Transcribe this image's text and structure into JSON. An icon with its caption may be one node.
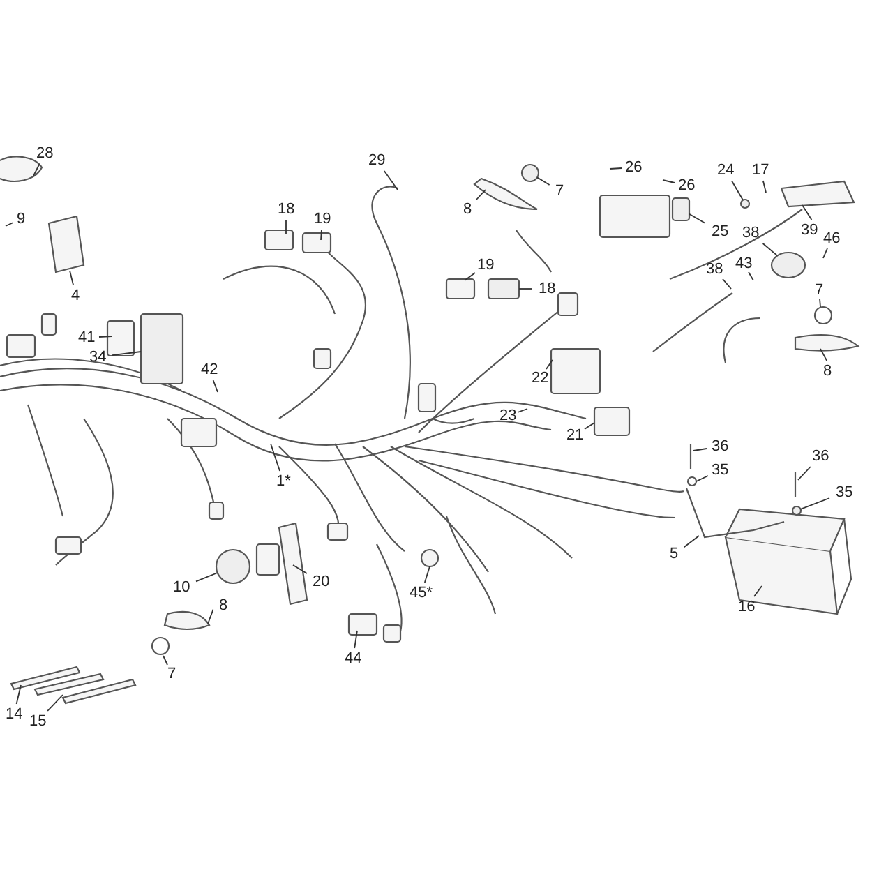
{
  "diagram": {
    "nodes": [
      {
        "text": [
          "28"
        ]
      },
      {
        "text": [
          "29"
        ]
      },
      {
        "text": [
          "26"
        ]
      },
      {
        "text": [
          "17"
        ]
      },
      {
        "text": [
          "24"
        ]
      },
      {
        "text": [
          "7"
        ]
      },
      {
        "text": [
          "26"
        ]
      },
      {
        "text": [
          "8"
        ]
      },
      {
        "text": [
          "18"
        ]
      },
      {
        "text": [
          "25"
        ]
      },
      {
        "text": [
          "19"
        ]
      },
      {
        "text": [
          "9"
        ]
      },
      {
        "text": [
          "39"
        ]
      },
      {
        "text": [
          "46"
        ]
      },
      {
        "text": [
          "38"
        ]
      },
      {
        "text": [
          "19"
        ]
      },
      {
        "text": [
          "43"
        ]
      },
      {
        "text": [
          "38"
        ]
      },
      {
        "text": [
          "18"
        ]
      },
      {
        "text": [
          "7"
        ]
      },
      {
        "text": [
          "4"
        ]
      },
      {
        "text": [
          "41"
        ]
      },
      {
        "text": [
          "34"
        ]
      },
      {
        "text": [
          "42"
        ]
      },
      {
        "text": [
          "8"
        ]
      },
      {
        "text": [
          "22"
        ]
      },
      {
        "text": [
          "23"
        ]
      },
      {
        "text": [
          "21"
        ]
      },
      {
        "text": [
          "36"
        ]
      },
      {
        "text": [
          "36"
        ]
      },
      {
        "text": [
          "35"
        ]
      },
      {
        "text": [
          "1*"
        ]
      },
      {
        "text": [
          "35"
        ]
      },
      {
        "text": [
          "5"
        ]
      },
      {
        "text": [
          "10"
        ]
      },
      {
        "text": [
          "20"
        ]
      },
      {
        "text": [
          "45*"
        ]
      },
      {
        "text": [
          "8"
        ]
      },
      {
        "text": [
          "16"
        ]
      },
      {
        "text": [
          "44"
        ]
      },
      {
        "text": [
          "7"
        ]
      },
      {
        "text": [
          "14"
        ]
      },
      {
        "text": [
          "15"
        ]
      },
      {
        "text": [],
        "shape": "circle"
      },
      {
        "text": [],
        "shape": "box"
      },
      {
        "text": [],
        "shape": "circle"
      },
      {
        "text": [],
        "shape": "box"
      },
      {
        "text": [],
        "shape": "circle"
      },
      {
        "text": [],
        "shape": "circle"
      },
      {
        "text": [],
        "shape": "picture"
      },
      {
        "text": [],
        "shape": "picture"
      },
      {
        "text": [],
        "shape": "circle"
      },
      {
        "text": [],
        "shape": "picture"
      },
      {
        "text": [],
        "shape": "box"
      },
      {
        "text": [],
        "shape": "box"
      },
      {
        "text": [],
        "shape": "box"
      }
    ],
    "edges": [
      {
        "from": 0,
        "to": null,
        "arrow": "none"
      },
      {
        "from": 1,
        "to": null,
        "arrow": "none"
      },
      {
        "from": 2,
        "to": null,
        "arrow": "none"
      },
      {
        "from": 3,
        "to": null,
        "arrow": "none"
      },
      {
        "from": 4,
        "to": 43,
        "arrow": "none"
      },
      {
        "from": 5,
        "to": 48,
        "arrow": "none"
      },
      {
        "from": 6,
        "to": null,
        "arrow": "none"
      },
      {
        "from": 7,
        "to": null,
        "arrow": "none"
      },
      {
        "from": 8,
        "to": null,
        "arrow": "none"
      },
      {
        "from": 9,
        "to": 44,
        "arrow": "none"
      },
      {
        "from": 10,
        "to": null,
        "arrow": "none"
      },
      {
        "from": 11,
        "to": null,
        "arrow": "none"
      },
      {
        "from": 12,
        "to": 49,
        "arrow": "none"
      },
      {
        "from": 13,
        "to": null,
        "arrow": "none"
      },
      {
        "from": 14,
        "to": 45,
        "arrow": "none"
      },
      {
        "from": 15,
        "to": null,
        "arrow": "none"
      },
      {
        "from": 16,
        "to": null,
        "arrow": "none"
      },
      {
        "from": 17,
        "to": null,
        "arrow": "none"
      },
      {
        "from": 18,
        "to": 46,
        "arrow": "none"
      },
      {
        "from": 19,
        "to": null,
        "arrow": "none"
      },
      {
        "from": 20,
        "to": 50,
        "arrow": "none"
      },
      {
        "from": 21,
        "to": null,
        "arrow": "none"
      },
      {
        "from": 22,
        "to": 55,
        "arrow": "none"
      },
      {
        "from": 23,
        "to": null,
        "arrow": "none"
      },
      {
        "from": 24,
        "to": 54,
        "arrow": "none"
      },
      {
        "from": 25,
        "to": null,
        "arrow": "none"
      },
      {
        "from": 26,
        "to": null,
        "arrow": "none"
      },
      {
        "from": 27,
        "to": null,
        "arrow": "none"
      },
      {
        "from": 28,
        "to": null,
        "arrow": "none"
      },
      {
        "from": 29,
        "to": null,
        "arrow": "none"
      },
      {
        "from": 30,
        "to": null,
        "arrow": "none"
      },
      {
        "from": 31,
        "to": null,
        "arrow": "none"
      },
      {
        "from": 32,
        "to": 51,
        "arrow": "none"
      },
      {
        "from": 33,
        "to": 52,
        "arrow": "none"
      },
      {
        "from": 34,
        "to": 47,
        "arrow": "none"
      },
      {
        "from": 35,
        "to": null,
        "arrow": "none"
      },
      {
        "from": 36,
        "to": null,
        "arrow": "none"
      },
      {
        "from": 37,
        "to": 53,
        "arrow": "none"
      },
      {
        "from": 38,
        "to": null,
        "arrow": "none"
      },
      {
        "from": 39,
        "to": null,
        "arrow": "none"
      },
      {
        "from": 40,
        "to": null,
        "arrow": "none"
      },
      {
        "from": 41,
        "to": null,
        "arrow": "none"
      },
      {
        "from": 42,
        "to": null,
        "arrow": "none"
      }
    ]
  }
}
